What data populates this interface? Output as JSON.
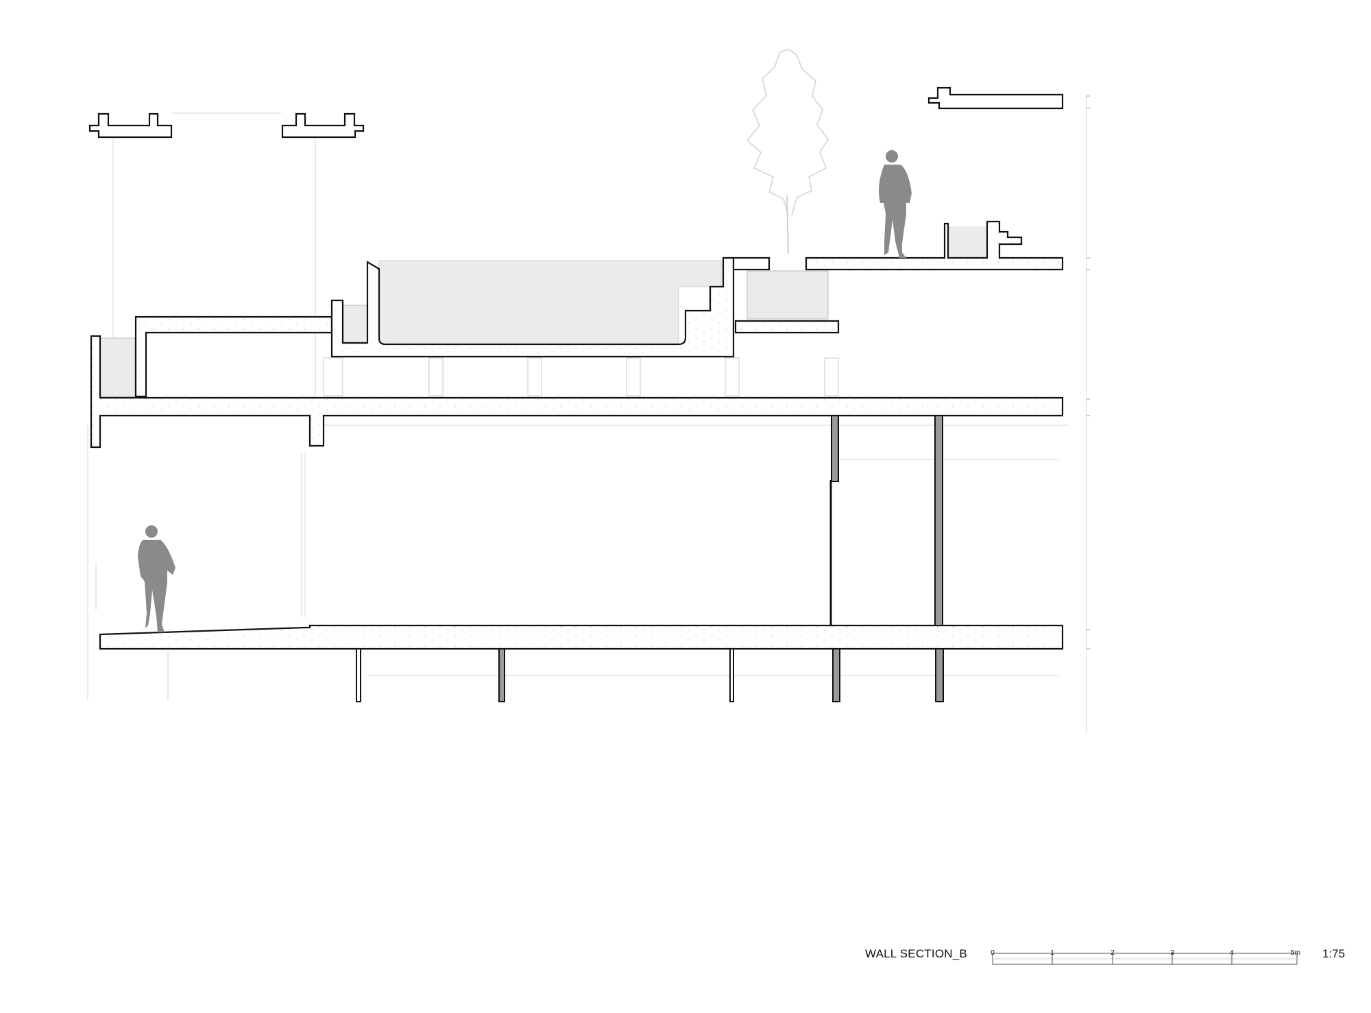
{
  "title_block": {
    "title": "WALL SECTION_B",
    "scale_ratio": "1:75",
    "scale_bar_labels": [
      "0",
      "1",
      "2",
      "3",
      "4",
      "5m"
    ]
  },
  "colors": {
    "line": "#111111",
    "cut_fill": "#ffffff",
    "glass_fill": "#ebebeb",
    "figure_fill": "#8a8a8a",
    "faint_line": "#c8c8c8",
    "column_fill": "#9a9a9a"
  }
}
